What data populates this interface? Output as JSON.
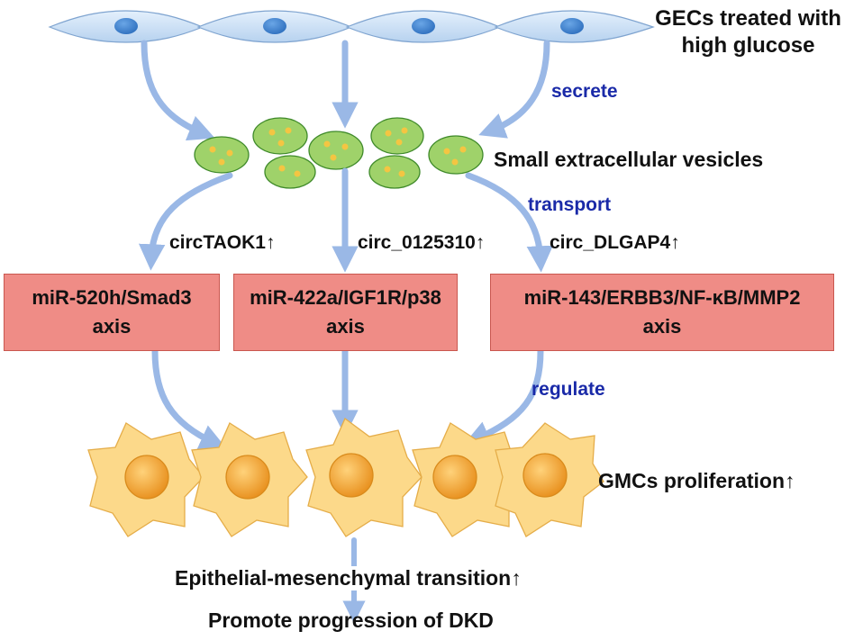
{
  "top_label": {
    "line1": "GECs treated with",
    "line2": "high glucose"
  },
  "secrete": "secrete",
  "vesicles": "Small extracellular vesicles",
  "transport": "transport",
  "circ_labels": [
    "circTAOK1↑",
    "circ_0125310↑",
    "circ_DLGAP4↑"
  ],
  "axes": [
    {
      "line1": "miR-520h/Smad3",
      "line2": "axis"
    },
    {
      "line1": "miR-422a/IGF1R/p38",
      "line2": "axis"
    },
    {
      "line1": "miR-143/ERBB3/NF-κB/MMP2",
      "line2": "axis"
    }
  ],
  "regulate": "regulate",
  "gmc": "GMCs proliferation↑",
  "emt": "Epithelial-mesenchymal transition↑",
  "dkd": "Promote progression of DKD",
  "colors": {
    "arrow": "#9ab8e6",
    "box_fill": "#ef8c86",
    "vesicle_fill": "#9fd26a",
    "cell_body": "#fcd98a",
    "nucleus": "#f0a23c",
    "label_blue": "#1a2aa8"
  }
}
